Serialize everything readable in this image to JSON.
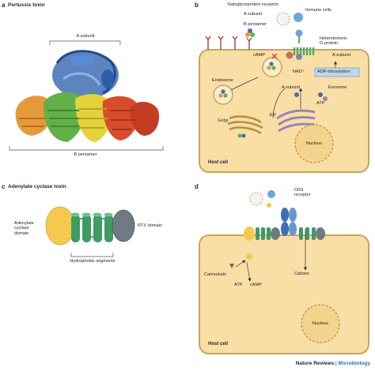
{
  "panels": {
    "a": {
      "letter": "a",
      "title": "Pertussis toxin",
      "labels": {
        "a_subunit": "A subunit",
        "b_pentamer": "B pentamer"
      }
    },
    "b": {
      "letter": "b",
      "labels": {
        "sialoglycoprotein_receptor": "Sialoglycoprotein receptor",
        "a_subunit_top": "A subunit",
        "b_pentamer": "B pentamer",
        "immune_cells": "Immune cells",
        "heterotrimeric_g_protein": "Heterotrimeric\nG protein",
        "camp": "cAMP",
        "a_subunit_right": "A subunit",
        "nad": "NAD⁺",
        "adp_ribosylation": "ADP-ribosylation",
        "endosome": "Endosome",
        "a_subunit_mid": "A subunit",
        "exosome": "Exosome",
        "atp": "ATP",
        "er": "ER",
        "golgi": "Golgi",
        "nucleus": "Nucleus",
        "host_cell": "Host cell"
      }
    },
    "c": {
      "letter": "c",
      "title": "Adenylate cyclase toxin",
      "labels": {
        "adenylate_cyclase_domain": "Adenylate\ncyclase\ndomain",
        "rtx_domain": "RTX domain",
        "hydrophobic_segments": "Hydrophobic segments"
      }
    },
    "d": {
      "letter": "d",
      "labels": {
        "cr3_receptor": "CR3\nreceptor",
        "calmodulin": "Calmodulin",
        "atp": "ATP",
        "camp": "cAMP",
        "cations": "Cations",
        "nucleus": "Nucleus",
        "host_cell": "Host cell"
      }
    }
  },
  "footer": {
    "journal": "Nature Reviews",
    "separator": "|",
    "section": "Microbiology"
  },
  "colors": {
    "cell_fill": "#f9dfa6",
    "cell_stroke": "#c9a45c",
    "membrane": "#b88e3f",
    "nucleus_fill": "#f4d38c",
    "adp_box": "#bcd6ee",
    "a_subunit_blue": "#3f6fb4",
    "b_pentamer_green": "#62b04a",
    "b_pentamer_yellow": "#e3d23b",
    "b_pentamer_red": "#d94c2b",
    "b_pentamer_orange": "#e59a3a",
    "acd_yellow": "#f6c84e",
    "rtx_grey": "#6e7b82",
    "segment_green": "#3f9a64"
  }
}
